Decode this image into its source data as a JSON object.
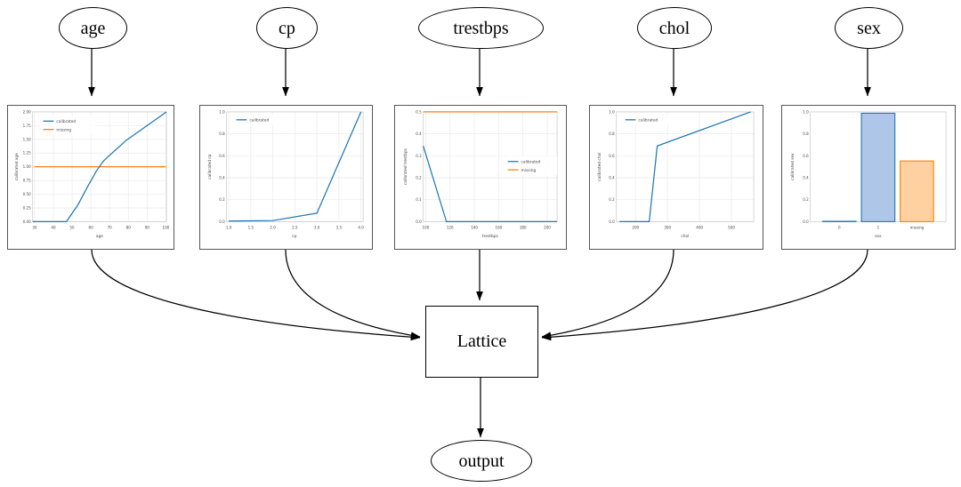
{
  "graph": {
    "inputs": [
      {
        "id": "age",
        "label": "age"
      },
      {
        "id": "cp",
        "label": "cp"
      },
      {
        "id": "trestbps",
        "label": "trestbps"
      },
      {
        "id": "chol",
        "label": "chol"
      },
      {
        "id": "sex",
        "label": "sex"
      }
    ],
    "lattice_label": "Lattice",
    "output_label": "output"
  },
  "colors": {
    "calibrated": "#1f77b4",
    "missing": "#ff7f0e",
    "bar_calibrated_fill": "#aec7e8",
    "bar_missing_fill": "#ffd1a1",
    "panel_border": "#555555",
    "grid": "#e9e9e9"
  },
  "chart_data": [
    {
      "id": "age",
      "type": "line",
      "title": "",
      "xlabel": "age",
      "ylabel": "calibrated age",
      "xlim": [
        29,
        100
      ],
      "ylim": [
        -0.08,
        2.08
      ],
      "xticks": [
        30,
        40,
        50,
        60,
        70,
        80,
        90,
        100
      ],
      "yticks": [
        0.0,
        0.25,
        0.5,
        0.75,
        1.0,
        1.25,
        1.5,
        1.75,
        2.0
      ],
      "ytick_labels": [
        "0.00",
        "0.25",
        "0.50",
        "0.75",
        "1.00",
        "1.25",
        "1.50",
        "1.75",
        "2.00"
      ],
      "grid": true,
      "legend": [
        "calibrated",
        "missing"
      ],
      "legend_position": "upper left",
      "series": [
        {
          "name": "calibrated",
          "color": "#1f77b4",
          "x": [
            29,
            46,
            52,
            57,
            62,
            66,
            78,
            100
          ],
          "y": [
            0.0,
            0.0,
            0.3,
            0.62,
            0.93,
            1.12,
            1.49,
            2.0
          ]
        },
        {
          "name": "missing",
          "color": "#ff7f0e",
          "x": [
            29,
            100
          ],
          "y": [
            1.0,
            1.0
          ]
        }
      ]
    },
    {
      "id": "cp",
      "type": "line",
      "title": "",
      "xlabel": "cp",
      "ylabel": "calibrated cp",
      "xlim": [
        0.88,
        4.12
      ],
      "ylim": [
        -0.04,
        1.04
      ],
      "xticks": [
        1.0,
        1.5,
        2.0,
        2.5,
        3.0,
        3.5,
        4.0
      ],
      "xtick_labels": [
        "1.0",
        "1.5",
        "2.0",
        "2.5",
        "3.0",
        "3.5",
        "4.0"
      ],
      "yticks": [
        0.0,
        0.2,
        0.4,
        0.6,
        0.8,
        1.0
      ],
      "ytick_labels": [
        "0.0",
        "0.2",
        "0.4",
        "0.6",
        "0.8",
        "1.0"
      ],
      "grid": true,
      "legend": [
        "calibrated"
      ],
      "legend_position": "upper left",
      "series": [
        {
          "name": "calibrated",
          "color": "#1f77b4",
          "x": [
            1.0,
            2.0,
            3.0,
            4.0
          ],
          "y": [
            0.0,
            0.005,
            0.075,
            1.0
          ]
        }
      ]
    },
    {
      "id": "trestbps",
      "type": "line",
      "title": "",
      "xlabel": "trestbps",
      "ylabel": "calibrated trestbps",
      "xlim": [
        92,
        202
      ],
      "ylim": [
        -0.02,
        0.52
      ],
      "xticks": [
        100,
        120,
        140,
        160,
        180,
        200
      ],
      "yticks": [
        0.0,
        0.1,
        0.2,
        0.3,
        0.4,
        0.5
      ],
      "ytick_labels": [
        "0.0",
        "0.1",
        "0.2",
        "0.3",
        "0.4",
        "0.5"
      ],
      "grid": true,
      "legend": [
        "calibrated",
        "missing"
      ],
      "legend_position": "center right",
      "series": [
        {
          "name": "calibrated",
          "color": "#1f77b4",
          "x": [
            94,
            117,
            200
          ],
          "y": [
            0.345,
            0.0,
            0.0
          ]
        },
        {
          "name": "missing",
          "color": "#ff7f0e",
          "x": [
            94,
            200
          ],
          "y": [
            0.5,
            0.5
          ]
        }
      ]
    },
    {
      "id": "chol",
      "type": "line",
      "title": "",
      "xlabel": "chol",
      "ylabel": "calibrated chol",
      "xlim": [
        140,
        570
      ],
      "ylim": [
        -0.04,
        1.04
      ],
      "xticks": [
        200,
        300,
        400,
        500
      ],
      "yticks": [
        0.0,
        0.2,
        0.4,
        0.6,
        0.8,
        1.0
      ],
      "ytick_labels": [
        "0.0",
        "0.2",
        "0.4",
        "0.6",
        "0.8",
        "1.0"
      ],
      "grid": true,
      "legend": [
        "calibrated"
      ],
      "legend_position": "upper left",
      "series": [
        {
          "name": "calibrated",
          "color": "#1f77b4",
          "x": [
            150,
            243,
            268,
            560
          ],
          "y": [
            0.0,
            0.0,
            0.69,
            1.0
          ]
        }
      ]
    },
    {
      "id": "sex",
      "type": "bar",
      "title": "",
      "xlabel": "sex",
      "ylabel": "calibrated sex",
      "categories": [
        "0",
        "1",
        "missing"
      ],
      "values": [
        0.0,
        1.0,
        0.56
      ],
      "bar_kinds": [
        "calibrated",
        "calibrated",
        "missing"
      ],
      "ylim": [
        0.0,
        1.05
      ],
      "yticks": [
        0.0,
        0.2,
        0.4,
        0.6,
        0.8,
        1.0
      ],
      "ytick_labels": [
        "0.0",
        "0.2",
        "0.4",
        "0.6",
        "0.8",
        "1.0"
      ],
      "grid": false,
      "legend": []
    }
  ]
}
